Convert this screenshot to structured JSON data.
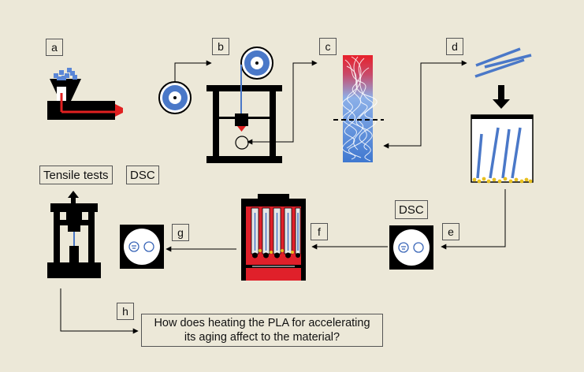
{
  "steps": {
    "a": "a",
    "b": "b",
    "c": "c",
    "d": "d",
    "e": "e",
    "f": "f",
    "g": "g",
    "h": "h"
  },
  "labels": {
    "tensile_tests": "Tensile tests",
    "dsc_top": "DSC",
    "dsc_right": "DSC",
    "question": "How does heating the PLA for accelerating\nits aging affect to the material?"
  },
  "colors": {
    "background": "#ece8d8",
    "machine": "#000000",
    "filament_blue": "#4a78c8",
    "hot_red": "#e02020",
    "chamber_red": "#e0202a",
    "pellet_blue": "#5a86d6",
    "granule_yellow": "#e8c020"
  },
  "icons": [
    "extruder-icon",
    "filament-spool-icon",
    "3d-printer-icon",
    "printed-specimen-icon",
    "filament-strands-icon",
    "container-icon",
    "dsc-pan-icon",
    "aging-oven-icon",
    "tensile-machine-icon"
  ]
}
